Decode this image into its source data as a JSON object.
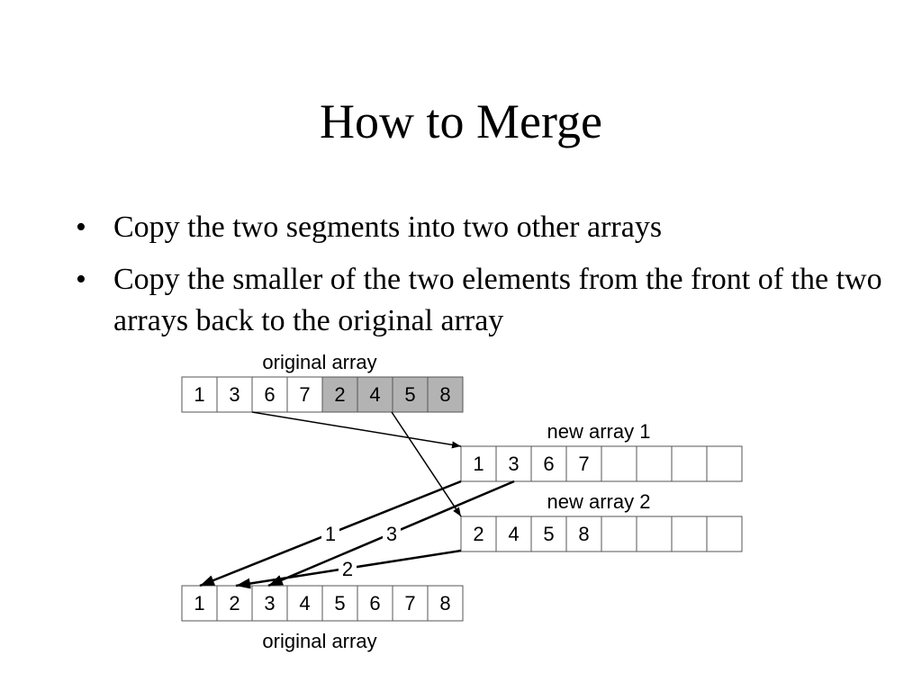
{
  "slide": {
    "title": "How to Merge",
    "bullets": [
      {
        "text": "Copy the two segments into two other arrays"
      },
      {
        "text": "Copy the smaller of the two elements from the front of the two arrays back to the original array"
      }
    ]
  },
  "diagram": {
    "colors": {
      "highlight": "#b3b3b3",
      "line": "#000000"
    },
    "top_array": {
      "label": "original array",
      "values": [
        "1",
        "3",
        "6",
        "7",
        "2",
        "4",
        "5",
        "8"
      ],
      "shaded_from": 4
    },
    "new_array_1": {
      "label": "new array 1",
      "values": [
        "1",
        "3",
        "6",
        "7",
        "",
        "",
        "",
        ""
      ]
    },
    "new_array_2": {
      "label": "new array 2",
      "values": [
        "2",
        "4",
        "5",
        "8",
        "",
        "",
        "",
        ""
      ]
    },
    "bottom_array": {
      "label": "original array",
      "values": [
        "1",
        "2",
        "3",
        "4",
        "5",
        "6",
        "7",
        "8"
      ]
    },
    "arrow_labels": {
      "first": "1",
      "second": "2",
      "third": "3"
    }
  }
}
